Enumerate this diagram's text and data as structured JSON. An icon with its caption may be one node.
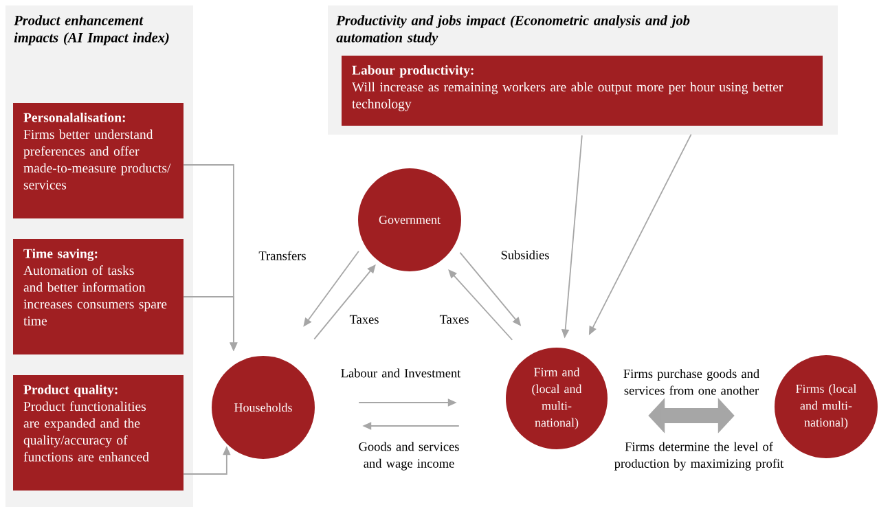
{
  "diagram": {
    "nodes": [
      {
        "text": [
          "Product enhancement impacts (AI Impact index)"
        ]
      },
      {
        "text": [
          "Personalalisation:",
          "Firms better understand preferences and offer made-to-measure products/ services"
        ],
        "in": 0
      },
      {
        "text": [
          "Time saving:",
          "Automation of tasks and better information increases consumers spare time"
        ],
        "in": 0
      },
      {
        "text": [
          "Product quality:",
          "Product functionalities are expanded and the quality/accuracy of functions are enhanced"
        ],
        "in": 0
      },
      {
        "text": [
          "Productivity and jobs impact (Econometric analysis and job automation study"
        ]
      },
      {
        "text": [
          "Labour productivity:",
          "Will increase as remaining workers are able output more per hour using better technology"
        ],
        "in": 4
      },
      {
        "text": [
          "Government"
        ]
      },
      {
        "text": [
          "Households"
        ]
      },
      {
        "text": [
          "Firm and (local and multi-national)"
        ]
      },
      {
        "text": [
          "Firms (local and multi-national)"
        ]
      }
    ],
    "edges": [
      {
        "from": 1,
        "to": 7,
        "arrow": "to"
      },
      {
        "from": 2,
        "to": 7,
        "arrow": "to"
      },
      {
        "from": 3,
        "to": 7,
        "arrow": "to"
      },
      {
        "from": 6,
        "to": 7,
        "arrow": "to",
        "label": "Transfers"
      },
      {
        "from": 7,
        "to": 6,
        "arrow": "to",
        "label": "Taxes"
      },
      {
        "from": 6,
        "to": 8,
        "arrow": "to",
        "label": "Subsidies"
      },
      {
        "from": 8,
        "to": 6,
        "arrow": "to",
        "label": "Taxes"
      },
      {
        "from": 5,
        "to": 8,
        "arrow": "to"
      },
      {
        "from": 5,
        "to": 8,
        "arrow": "to"
      },
      {
        "from": 7,
        "to": 8,
        "arrow": "to",
        "label": "Labour and Investment"
      },
      {
        "from": 8,
        "to": 7,
        "arrow": "to",
        "label": "Goods and services and wage income"
      },
      {
        "from": 8,
        "to": 9,
        "arrow": "both",
        "style": "thick",
        "label": "Firms purchase goods and services from one another"
      }
    ],
    "labels": [
      "Firms determine the level of production by maximizing profit"
    ]
  }
}
